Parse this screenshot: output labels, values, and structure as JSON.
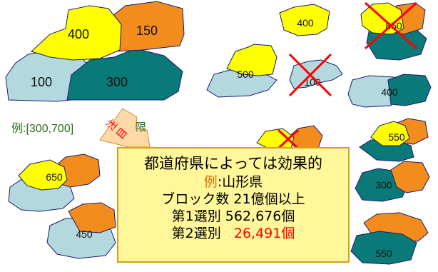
{
  "colors": {
    "yellow": "#ffff00",
    "orange": "#f28c1c",
    "lightblue": "#b3d9df",
    "teal": "#0a7a78",
    "cross": "#ff0000",
    "stroke": "#1a1a6e"
  },
  "group_top_left": {
    "labels": [
      "400",
      "150",
      "100",
      "300"
    ]
  },
  "group_top_right": {
    "labels": [
      "400",
      "850",
      "500",
      "100",
      "400"
    ]
  },
  "group_bottom_left": {
    "labels": [
      "650",
      "450"
    ]
  },
  "group_bottom_right": {
    "labels": [
      "550",
      "300",
      "550"
    ]
  },
  "example": {
    "text": "例:[300,700]"
  },
  "tag": {
    "chars": [
      "注",
      "目"
    ],
    "tail": "限"
  },
  "callout": {
    "line1": "都道府県によっては効果的",
    "line2_prefix": "例",
    "line2_suffix": ":山形県",
    "line3": "ブロック数 21億個以上",
    "line4": "第1選別 562,676個",
    "line5_prefix": "第2選別",
    "line5_value": "26,491個"
  }
}
